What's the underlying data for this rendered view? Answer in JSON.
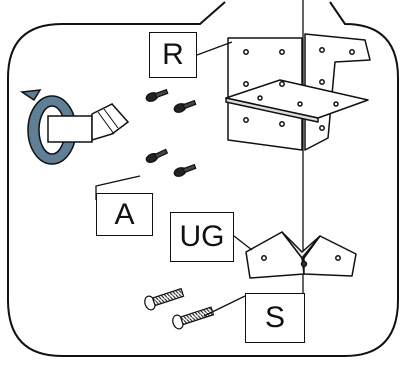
{
  "labels": {
    "r": "R",
    "a": "A",
    "ug": "UG",
    "s": "S"
  },
  "icons": {
    "drill": "drill-bit-rotation-icon",
    "screws_a": "screw-icon",
    "screws_s": "long-screw-icon"
  }
}
